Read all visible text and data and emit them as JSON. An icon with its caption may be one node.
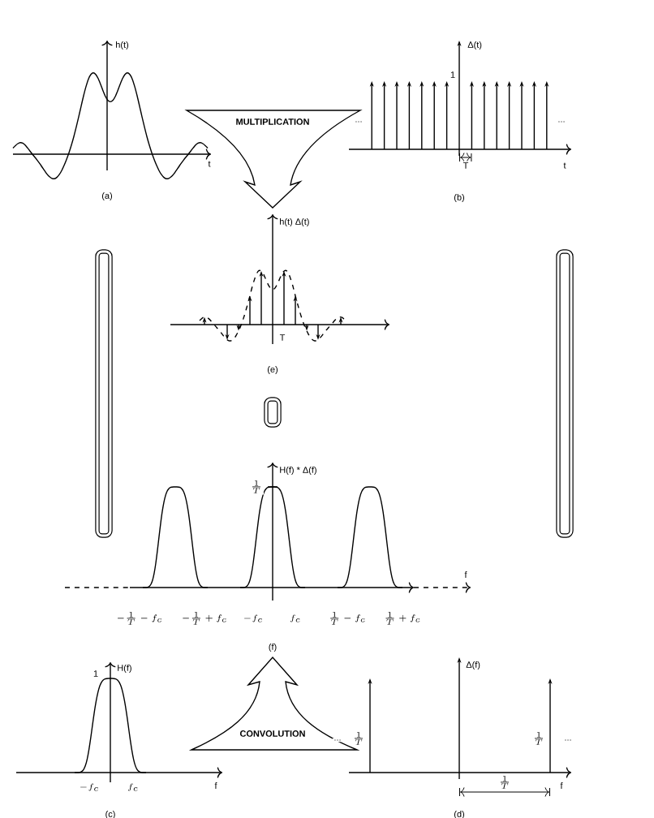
{
  "diagram": {
    "nodes": [
      {
        "text": [
          "MULTIPLICATION"
        ]
      },
      {
        "text": [
          "CONVOLUTION"
        ]
      }
    ],
    "labels": [
      "h(t)",
      "t",
      "(a)",
      "Δ(t)",
      "1",
      "...",
      "...",
      "T",
      "t",
      "(b)",
      "h(t) Δ(t)",
      "T",
      "(e)",
      "H(f) * Δ(f)",
      "\\frac{1}{T}",
      "f",
      "-\\frac{1}{T}-f_c",
      "-\\frac{1}{T}+f_c",
      "-f_c",
      "f_c",
      "\\frac{1}{T}-f_c",
      "\\frac{1}{T}+f_c",
      "(f)",
      "H(f)",
      "1",
      "-f_c",
      "f_c",
      "f",
      "(c)",
      "Δ(f)",
      "...",
      "\\frac{1}{T}",
      "\\frac{1}{T}",
      "...",
      "\\frac{1}{T}",
      "f",
      "(d)"
    ]
  }
}
